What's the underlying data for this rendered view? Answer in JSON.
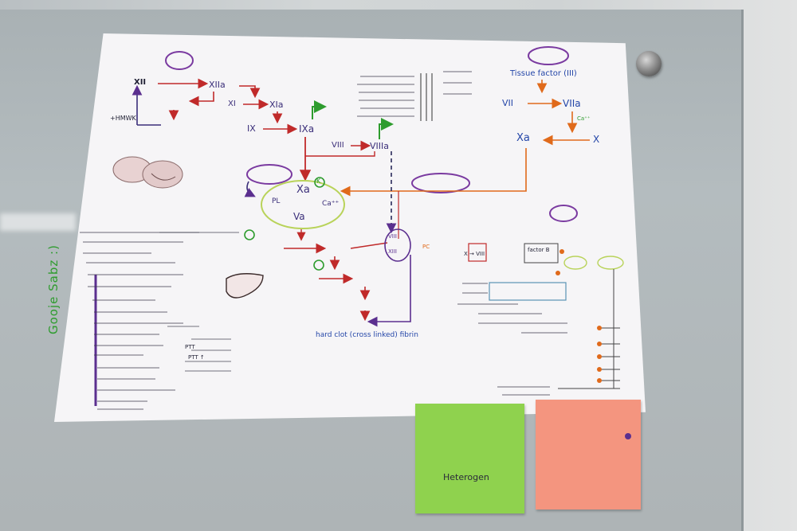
{
  "diagram": {
    "factors": {
      "xii": "XII",
      "xiia": "XIIa",
      "xi": "XI",
      "xia": "XIa",
      "ix": "IX",
      "ixa": "IXa",
      "viii": "VIII",
      "viiia": "VIIIa",
      "tissue_factor": "Tissue factor (III)",
      "vii": "VII",
      "viia": "VIIa",
      "xa_right": "Xa",
      "x_right": "X",
      "xa_center": "Xa",
      "va": "Va",
      "pl": "PL",
      "ca": "Ca⁺⁺",
      "k": "K",
      "ca_label": "Ca⁺⁺",
      "hmwk": "+HMWK",
      "factor_b": "factor B",
      "hard_clot": "hard clot (cross linked) fibrin",
      "viii_box": "VIII",
      "xiii_box": "XIII",
      "x_viii": "X → VIII",
      "pc": "PC"
    },
    "hand_notes": {
      "side_title": "Gooje Sabz :)",
      "ptt": "PTT",
      "ptt_line": "PTT ↑"
    }
  },
  "sticky_notes": {
    "green_text": "Heterogen"
  },
  "colors": {
    "paper": "#f6f5f7",
    "sticky_green": "#8fd24e",
    "sticky_pink": "#f4957f",
    "ink_purple": "#5b2f8f",
    "ink_red": "#c02a2a",
    "ink_green": "#2e9c2e",
    "ink_blue": "#2446a8",
    "ink_orange": "#e06a1b"
  }
}
